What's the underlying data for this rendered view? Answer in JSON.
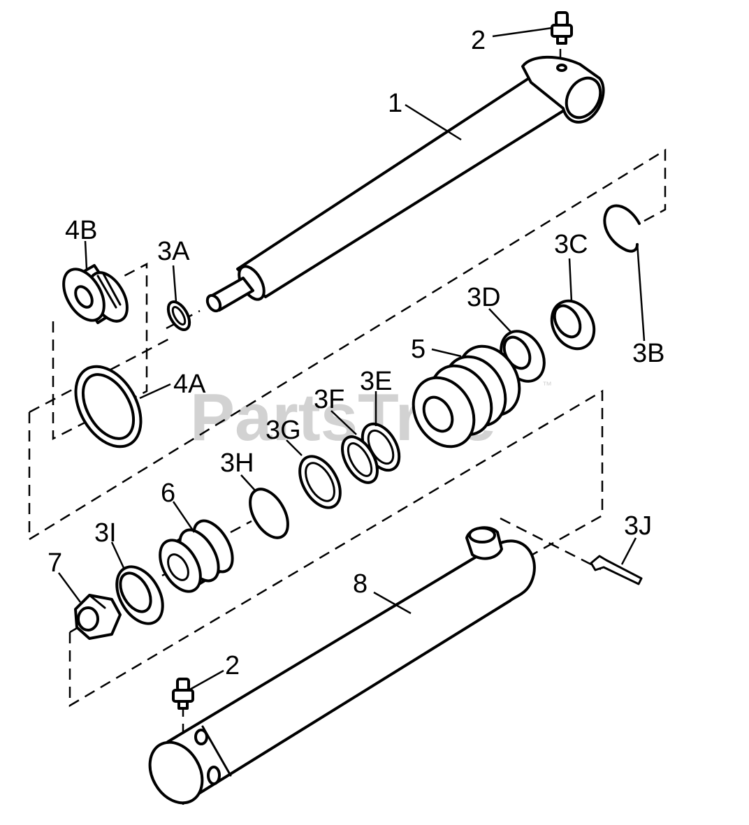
{
  "watermark": {
    "text": "PartsTree",
    "trademark": "™"
  },
  "parts": [
    {
      "id": "1",
      "label": "1"
    },
    {
      "id": "2-top",
      "label": "2"
    },
    {
      "id": "2-bottom",
      "label": "2"
    },
    {
      "id": "3A",
      "label": "3A"
    },
    {
      "id": "3B",
      "label": "3B"
    },
    {
      "id": "3C",
      "label": "3C"
    },
    {
      "id": "3D",
      "label": "3D"
    },
    {
      "id": "3E",
      "label": "3E"
    },
    {
      "id": "3F",
      "label": "3F"
    },
    {
      "id": "3G",
      "label": "3G"
    },
    {
      "id": "3H",
      "label": "3H"
    },
    {
      "id": "3I",
      "label": "3I"
    },
    {
      "id": "3J",
      "label": "3J"
    },
    {
      "id": "4A",
      "label": "4A"
    },
    {
      "id": "4B",
      "label": "4B"
    },
    {
      "id": "5",
      "label": "5"
    },
    {
      "id": "6",
      "label": "6"
    },
    {
      "id": "7",
      "label": "7"
    },
    {
      "id": "8",
      "label": "8"
    }
  ]
}
